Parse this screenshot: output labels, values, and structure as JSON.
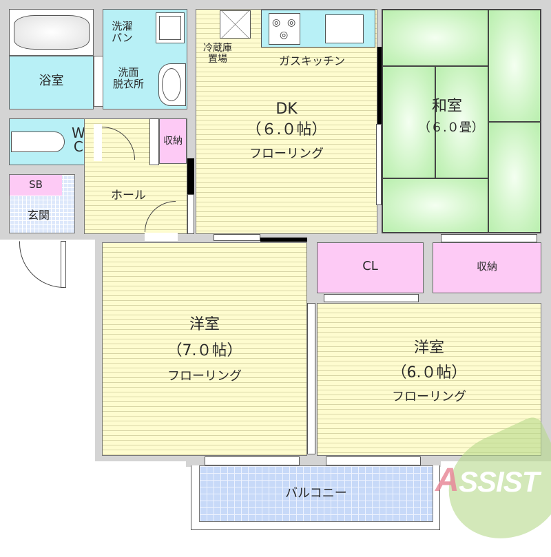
{
  "floorplan": {
    "rooms": {
      "bath": {
        "label": "浴室"
      },
      "laundry": {
        "label_line1": "洗濯",
        "label_line2": "パン"
      },
      "washroom": {
        "label_line1": "洗面",
        "label_line2": "脱衣所"
      },
      "wc": {
        "label_line1": "W",
        "label_line2": "C"
      },
      "storage_hall": {
        "label": "収納"
      },
      "shoebox": {
        "label": "SB"
      },
      "entrance": {
        "label": "玄関"
      },
      "hall": {
        "label": "ホール"
      },
      "fridge": {
        "label_line1": "冷蔵庫",
        "label_line2": "置場"
      },
      "kitchen": {
        "label": "ガスキッチン"
      },
      "dk": {
        "name": "DK",
        "size": "（６.０帖）",
        "floor": "フローリング"
      },
      "washitsu": {
        "name": "和室",
        "size": "（６.０畳）"
      },
      "closet": {
        "label": "CL"
      },
      "storage_washitsu": {
        "label": "収納"
      },
      "western1": {
        "name": "洋室",
        "size": "（7.０帖）",
        "floor": "フローリング"
      },
      "western2": {
        "name": "洋室",
        "size": "（6.０帖）",
        "floor": "フローリング"
      },
      "balcony": {
        "label": "バルコニー"
      }
    },
    "logo": {
      "text": "SSIST",
      "initial": "A",
      "accent_color": "#e88a9a",
      "brand_color": "#b5d98a"
    },
    "colors": {
      "wall": "#d4d4d4",
      "flooring": "#fefccf",
      "wet_area": "#b8f0f6",
      "storage": "#fdcaf5",
      "tatami": "#c9f3bf",
      "tile": "#dde8fb"
    }
  }
}
